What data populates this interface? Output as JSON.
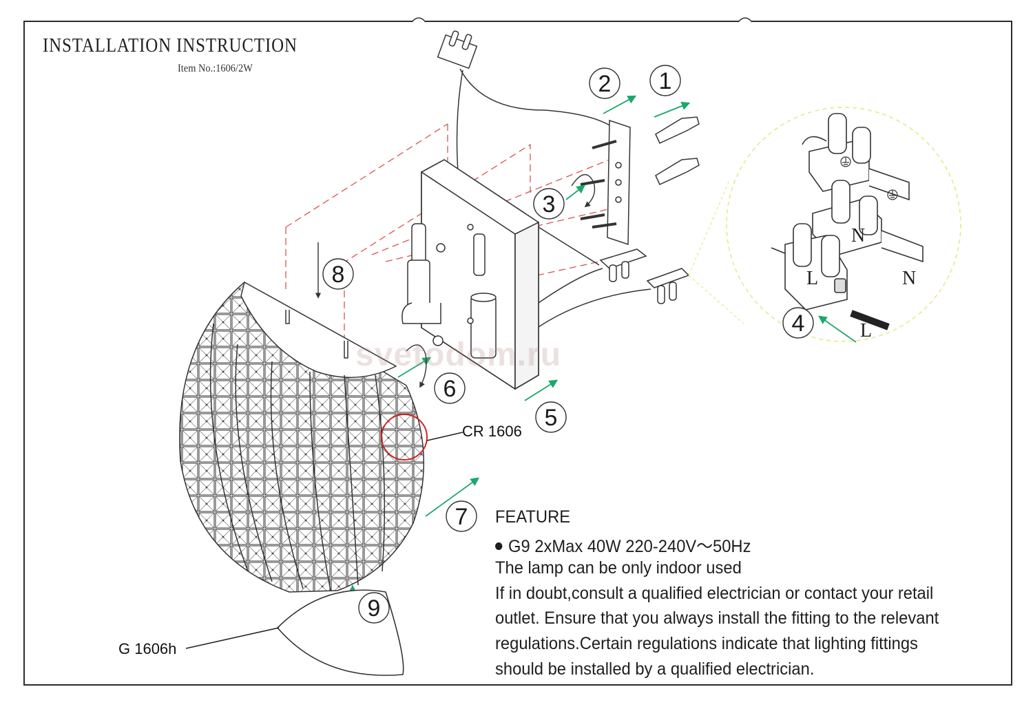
{
  "header": {
    "title": "INSTALLATION INSTRUCTION",
    "item_number": "Item No.:1606/2W"
  },
  "steps": [
    "1",
    "2",
    "3",
    "4",
    "5",
    "6",
    "7",
    "8",
    "9"
  ],
  "wiring": {
    "live": "L",
    "neutral": "N",
    "wire_label": "L"
  },
  "parts": {
    "crystal": "CR 1606",
    "glass": "G 1606h"
  },
  "feature": {
    "heading": "FEATURE",
    "spec": "G9 2xMax 40W  220-240V～50Hz",
    "indoor": "The lamp can be only indoor used",
    "lines": [
      "If in doubt,consult a qualified electrician or contact your retail",
      "outlet. Ensure that you always install the fitting to the relevant",
      "regulations.Certain regulations indicate that lighting fittings",
      "should be installed by a qualified electrician."
    ]
  },
  "watermark": "svetodom.ru",
  "colors": {
    "arrow": "#1aa86a",
    "dash": "#d9534f",
    "circle": "#cc2222",
    "zoom_outline": "#e8e88a"
  }
}
